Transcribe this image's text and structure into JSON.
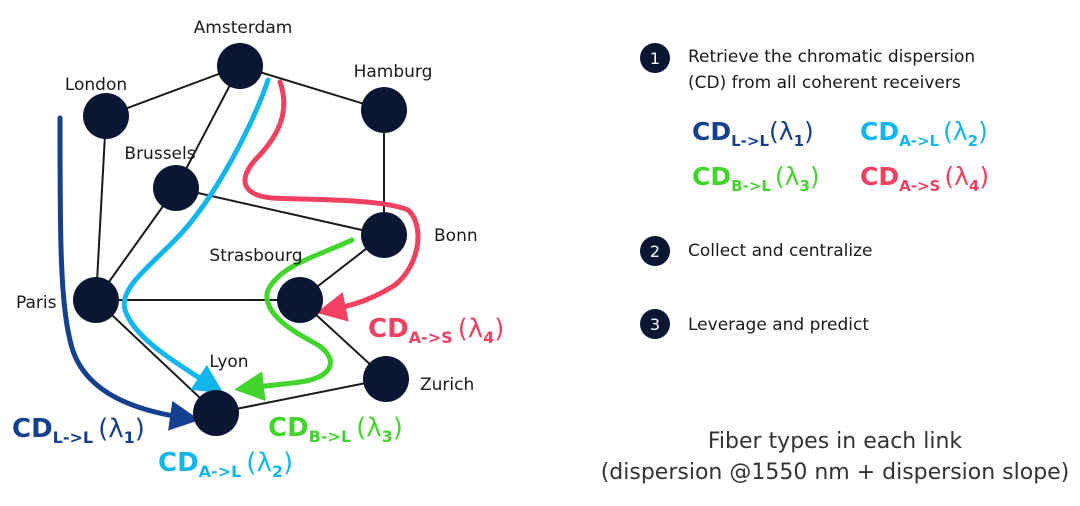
{
  "colors": {
    "node": "#0b1633",
    "edge": "#1a1a1a",
    "cd_l_l": "#15408f",
    "cd_a_l": "#12b5ee",
    "cd_b_l": "#42d62c",
    "cd_a_s": "#f24060",
    "text": "#1a1a1a"
  },
  "cities": {
    "amsterdam": "Amsterdam",
    "london": "London",
    "hamburg": "Hamburg",
    "brussels": "Brussels",
    "bonn": "Bonn",
    "strasbourg": "Strasbourg",
    "paris": "Paris",
    "lyon": "Lyon",
    "zurich": "Zurich"
  },
  "path_labels": {
    "l_l": {
      "main": "CD",
      "sub": "L->L",
      "lambda": "(λ",
      "index": "1",
      "close": ")"
    },
    "a_l": {
      "main": "CD",
      "sub": "A->L",
      "lambda": "(λ",
      "index": "2",
      "close": ")"
    },
    "b_l": {
      "main": "CD",
      "sub": "B->L",
      "lambda": "(λ",
      "index": "3",
      "close": ")"
    },
    "a_s": {
      "main": "CD",
      "sub": "A->S",
      "lambda": "(λ",
      "index": "4",
      "close": ")"
    }
  },
  "steps": [
    {
      "number": "1",
      "line1": "Retrieve the chromatic dispersion",
      "line2": "(CD) from all coherent receivers"
    },
    {
      "number": "2",
      "line1": "Collect and centralize"
    },
    {
      "number": "3",
      "line1": "Leverage and predict"
    }
  ],
  "caption": {
    "line1": "Fiber types in each link",
    "line2": "(dispersion @1550 nm + dispersion slope)"
  }
}
